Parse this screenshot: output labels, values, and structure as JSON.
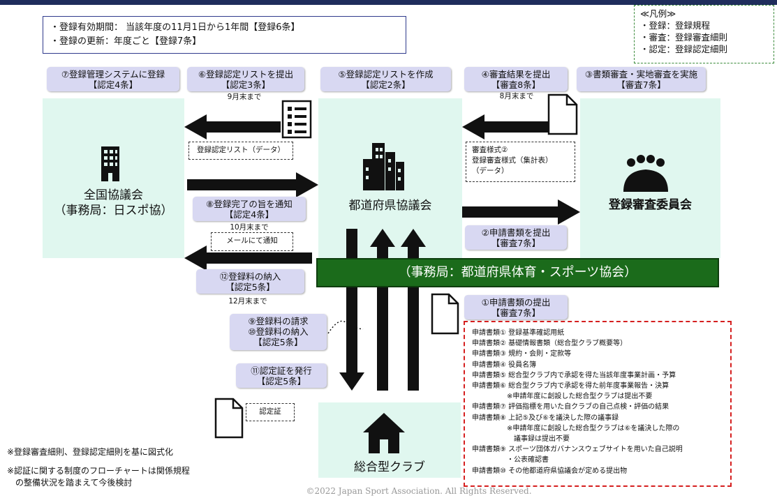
{
  "info": {
    "line1": "・登録有効期間： 当該年度の11月1日から1年間【登録6条】",
    "line2": "・登録の更新：年度ごと【登録7条】"
  },
  "legend": {
    "title": "≪凡例≫",
    "items": [
      "・登録：登録規程",
      "・審査：登録審査細則",
      "・認定：登録認定細則"
    ]
  },
  "steps": {
    "s7": {
      "line1": "⑦登録管理システムに登録",
      "line2": "【認定4条】"
    },
    "s6": {
      "line1": "⑥登録認定リストを提出",
      "line2": "【認定3条】",
      "note": "9月末まで"
    },
    "s5": {
      "line1": "⑤登録認定リストを作成",
      "line2": "【認定2条】"
    },
    "s4": {
      "line1": "④審査結果を提出",
      "line2": "【審査8条】",
      "note": "8月末まで"
    },
    "s3": {
      "line1": "③書類審査・実地審査を実施",
      "line2": "【審査7条】"
    },
    "s8": {
      "line1": "⑧登録完了の旨を通知",
      "line2": "【認定4条】",
      "note": "10月末まで"
    },
    "s2": {
      "line1": "②申請書類を提出",
      "line2": "【審査7条】"
    },
    "s12": {
      "line1": "⑫登録料の納入",
      "line2": "【認定5条】",
      "note": "12月末まで"
    },
    "s1": {
      "line1": "①申請書類の提出",
      "line2": "【審査7条】"
    },
    "s9": {
      "line1": "⑨登録料の請求",
      "line2": "⑩登録料の納入",
      "line3": "【認定5条】"
    },
    "s11": {
      "line1": "⑪認定証を発行",
      "line2": "【認定5条】"
    }
  },
  "entities": {
    "national": {
      "line1": "全国協議会",
      "line2": "（事務局：日スポ協）"
    },
    "prefecture": {
      "line1": "都道府県協議会"
    },
    "committee": {
      "line1": "登録審査委員会"
    },
    "club": {
      "line1": "総合型クラブ"
    }
  },
  "labels": {
    "list_data": "登録認定リスト（データ）",
    "review_form_1": "審査様式②",
    "review_form_2": "登録審査様式（集計表）",
    "review_form_3": "（データ）",
    "mail": "メールにて通知",
    "certificate": "認定証"
  },
  "banner": "（事務局：都道府県体育・スポーツ協会）",
  "docs": [
    "申請書類① 登録基準確認用紙",
    "申請書類② 基礎情報書類（総合型クラブ概要等）",
    "申請書類③ 規約・会則・定款等",
    "申請書類④ 役員名簿",
    "申請書類⑤ 総合型クラブ内で承認を得た当該年度事業計画・予算",
    "申請書類⑥ 総合型クラブ内で承認を得た前年度事業報告・決算",
    "　　　　　※申請年度に創設した総合型クラブは提出不要",
    "申請書類⑦ 評価指標を用いた自クラブの自己点検・評価の結果",
    "申請書類⑧ 上記⑤及び⑥を議決した際の議事録",
    "　　　　　※申請年度に創設した総合型クラブは⑥を議決した際の",
    "　　　　　　議事録は提出不要",
    "申請書類⑨ スポーツ団体ガバナンスウェブサイトを用いた自己説明",
    "　　　　　・公表確認書",
    "申請書類⑩ その他都道府県協議会が定める提出物"
  ],
  "footnotes": {
    "f1": "※登録審査細則、登録認定細則を基に図式化",
    "f2a": "※認証に関する制度のフローチャートは関係規程",
    "f2b": "　の整備状況を踏まえて今後検討"
  },
  "copyright": "©2022 Japan Sport Association. All Rights Reserved.",
  "colors": {
    "step_bg": "#d8d8f2",
    "entity_bg": "#e0f7ef",
    "banner_bg": "#1b6b1b",
    "docs_border": "#d51f1f",
    "arrow": "#000000"
  },
  "icons": [
    "office-building-icon",
    "city-buildings-icon",
    "group-people-icon",
    "house-icon",
    "document-list-icon",
    "document-icon"
  ]
}
